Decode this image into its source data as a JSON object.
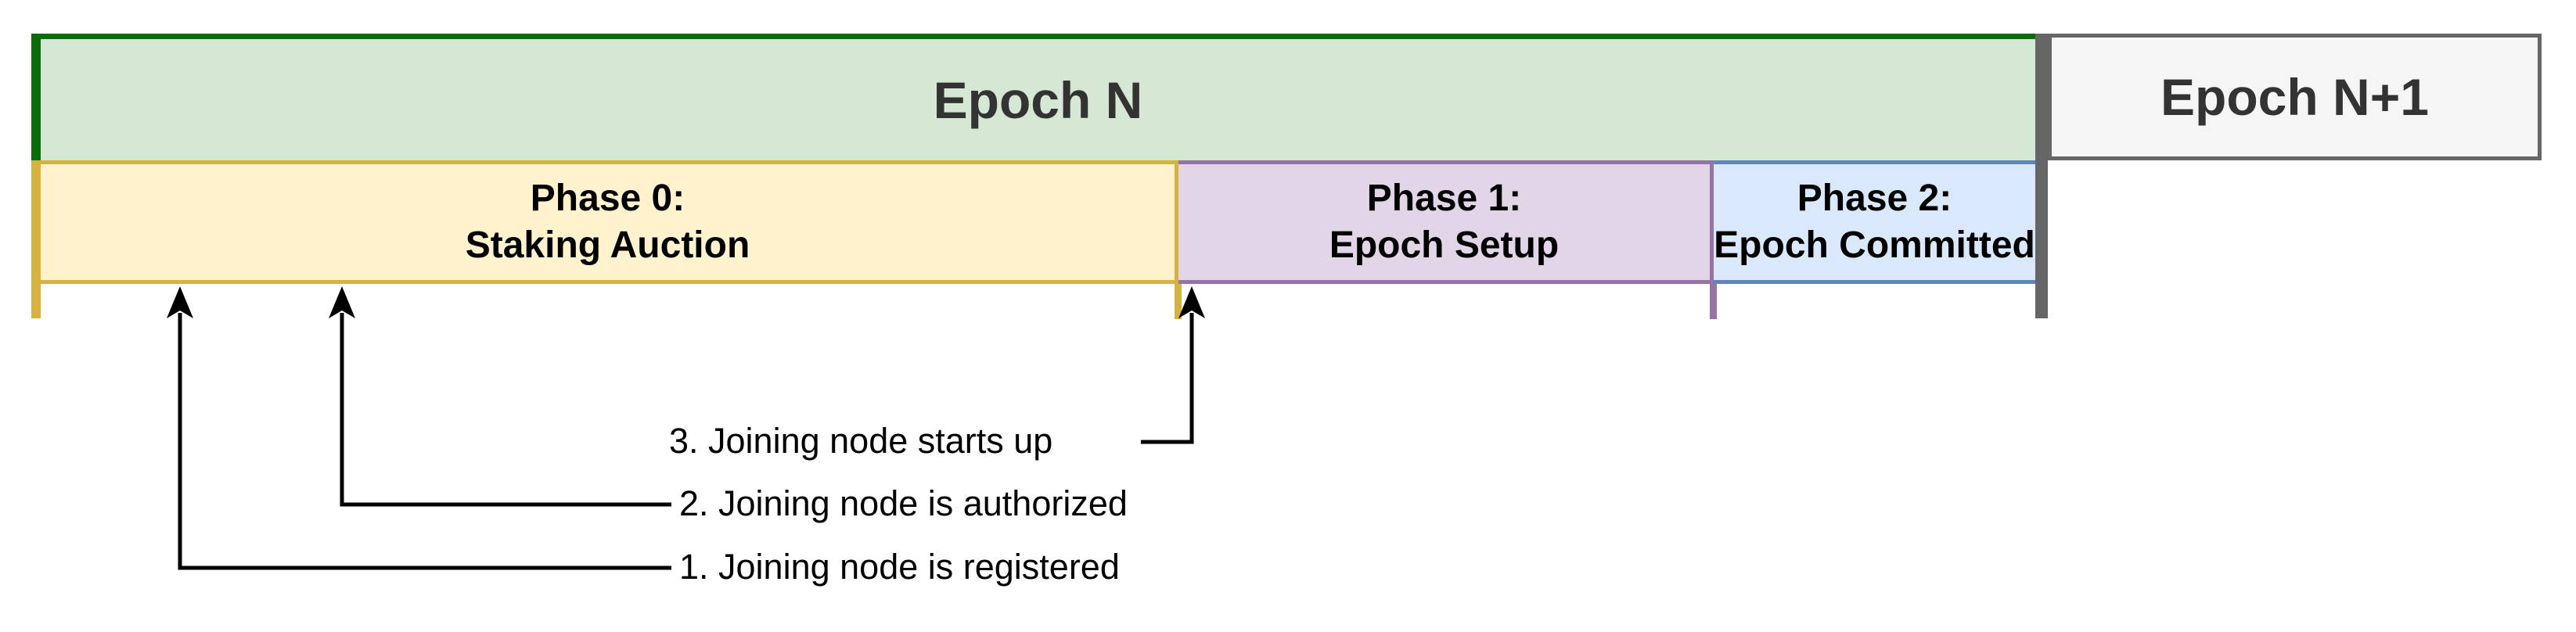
{
  "epochs": [
    {
      "label": "Epoch N"
    },
    {
      "label": "Epoch N+1"
    }
  ],
  "phases": [
    {
      "title": "Phase 0:",
      "subtitle": "Staking Auction"
    },
    {
      "title": "Phase 1:",
      "subtitle": "Epoch Setup"
    },
    {
      "title": "Phase 2:",
      "subtitle": "Epoch Committed"
    }
  ],
  "events": [
    {
      "label": "1. Joining node is registered"
    },
    {
      "label": "2. Joining node is authorized"
    },
    {
      "label": "3. Joining node starts up"
    }
  ],
  "colors": {
    "epoch_n_fill": "#d5e8d4",
    "epoch_n_border": "#076d07",
    "phase0_fill": "#fff2cc",
    "phase0_border": "#d8b23e",
    "phase1_fill": "#e1d5e7",
    "phase1_border": "#9673a6",
    "phase2_fill": "#dae8fc",
    "phase2_border": "#5d87bb",
    "next_epoch_fill": "#f5f5f5",
    "next_epoch_border": "#666666",
    "epoch_divider": "#666666",
    "arrow": "#000000",
    "epoch_text": "#333333",
    "phase_text": "#000000"
  }
}
